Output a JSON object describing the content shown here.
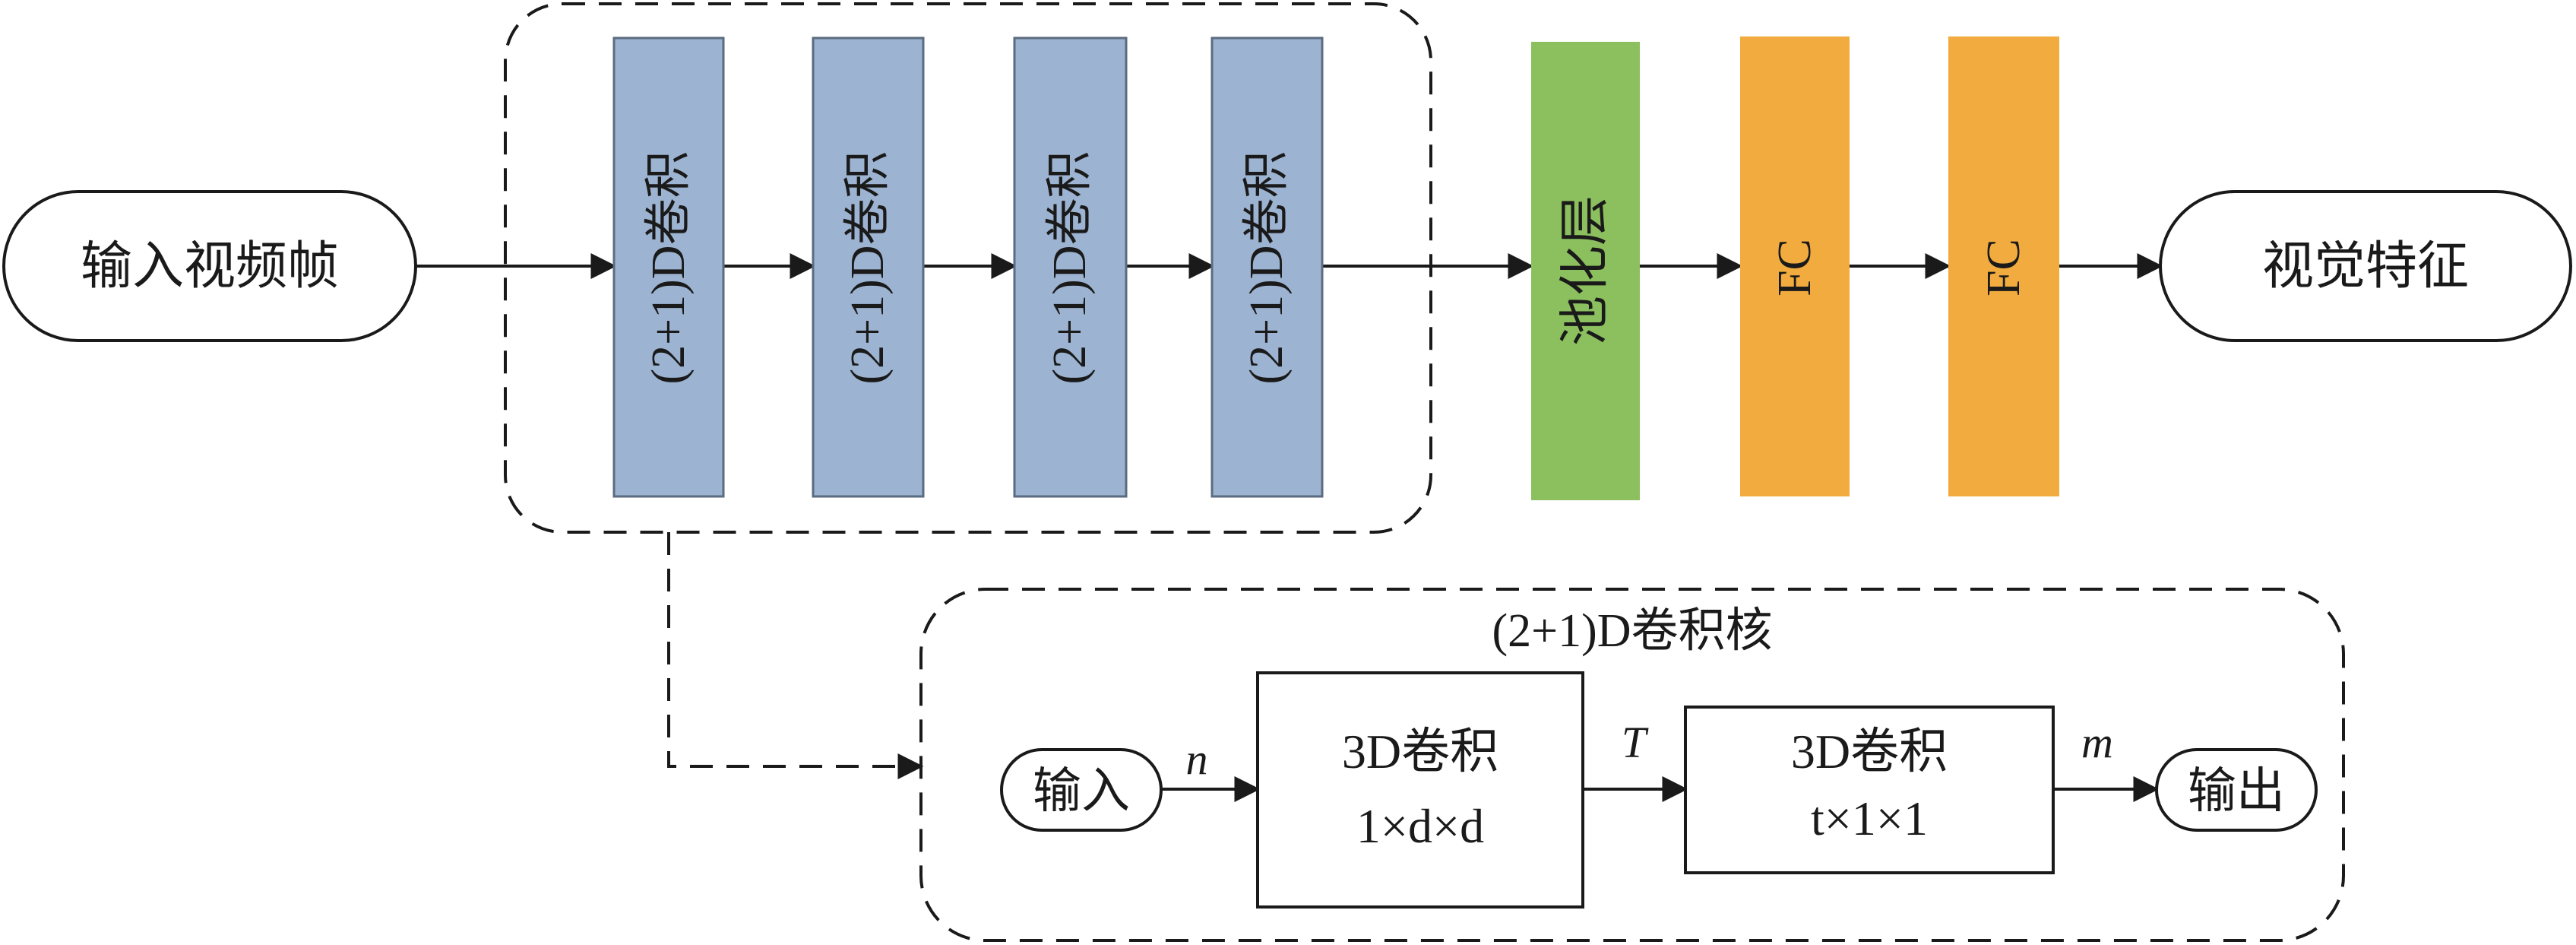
{
  "input_frames": "输入视频帧",
  "conv_blocks": [
    "(2+1)D卷积",
    "(2+1)D卷积",
    "(2+1)D卷积",
    "(2+1)D卷积"
  ],
  "pool": "池化层",
  "fc_layers": [
    "FC",
    "FC"
  ],
  "output_feature": "视觉特征",
  "kernel": {
    "title": "(2+1)D卷积核",
    "input": "输入",
    "output": "输出",
    "edge_n": "n",
    "edge_T": "T",
    "edge_m": "m",
    "conv1": {
      "label": "3D卷积",
      "size": "1×d×d"
    },
    "conv2": {
      "label": "3D卷积",
      "size": "t×1×1"
    }
  },
  "colors": {
    "conv": "#9cb3d1",
    "pool": "#8cc05e",
    "fc": "#f2ab3e",
    "stroke": "#1a1a1a"
  }
}
